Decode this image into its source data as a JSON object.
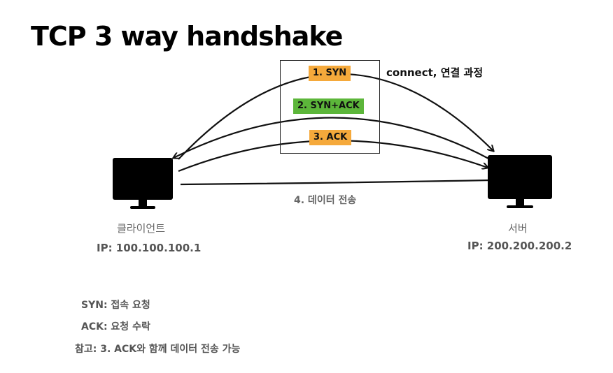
{
  "title": "TCP 3 way handshake",
  "steps": {
    "syn": "1. SYN",
    "syn_ack": "2. SYN+ACK",
    "ack": "3. ACK",
    "data": "4. 데이터 전송"
  },
  "note": "connect, 연결 과정",
  "client": {
    "label": "클라이언트",
    "ip": "IP: 100.100.100.1"
  },
  "server": {
    "label": "서버",
    "ip": "IP: 200.200.200.2"
  },
  "legend": {
    "syn": "SYN: 접속 요청",
    "ack": "ACK: 요청 수락",
    "note": "참고: 3. ACK와 함께 데이터 전송 가능"
  },
  "colors": {
    "syn_tag": "#f5a93b",
    "syn_ack_tag": "#5cb63a",
    "ack_tag": "#f5a93b"
  }
}
